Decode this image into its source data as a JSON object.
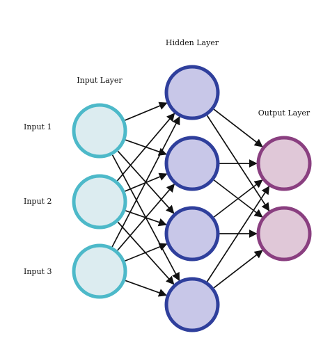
{
  "diagram": {
    "layers": [
      {
        "id": "input",
        "label": "Input Layer",
        "node_count": 3,
        "stroke": "#4db9c9",
        "fill": "#dcecf0"
      },
      {
        "id": "hidden",
        "label": "Hidden Layer",
        "node_count": 4,
        "stroke": "#2f3f9c",
        "fill": "#c8c7e8"
      },
      {
        "id": "output",
        "label": "Output Layer",
        "node_count": 2,
        "stroke": "#8a3f80",
        "fill": "#e0c8d8"
      }
    ],
    "input_labels": [
      "Input 1",
      "Input 2",
      "Input 3"
    ],
    "connections": "fully-connected between adjacent layers",
    "edge_color": "#111111"
  }
}
